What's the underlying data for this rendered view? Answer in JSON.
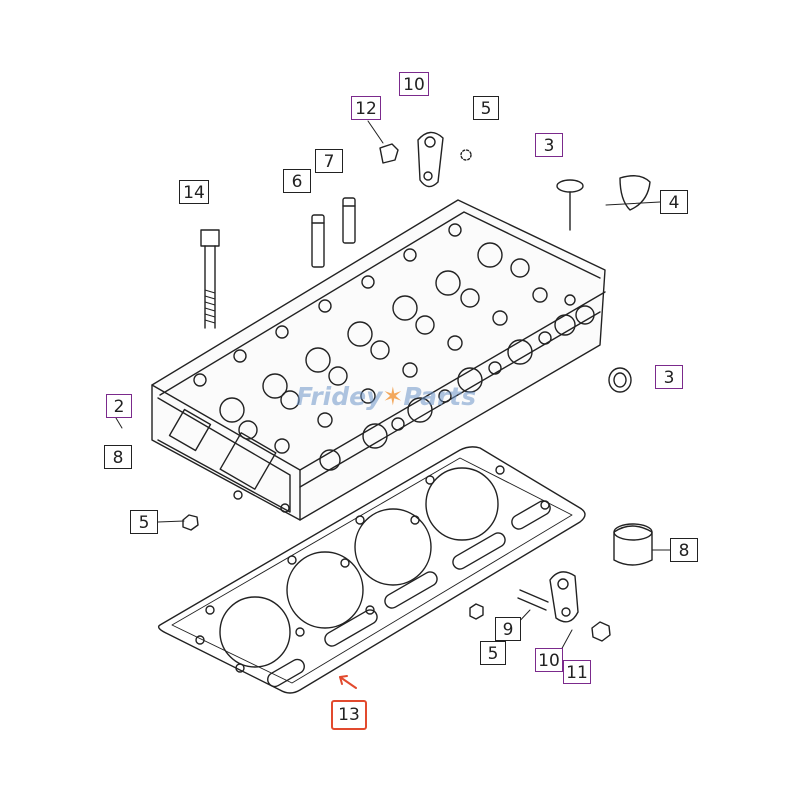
{
  "diagram": {
    "colors": {
      "line": "#222222",
      "purple_callout": "#7b2a8c",
      "highlight": "#e24a2e",
      "watermark": "#6e96c8"
    },
    "watermark": {
      "text_left": "Fridey",
      "text_right": "Parts"
    },
    "callouts": {
      "c10_top": "10",
      "c12": "12",
      "c5_top": "5",
      "c3_top": "3",
      "c7": "7",
      "c6": "6",
      "c14": "14",
      "c4": "4",
      "c3_right": "3",
      "c2": "2",
      "c8_left": "8",
      "c5_left": "5",
      "c8_right": "8",
      "c9": "9",
      "c5_bottom": "5",
      "c10_bottom": "10",
      "c11": "11",
      "c13": "13"
    }
  }
}
